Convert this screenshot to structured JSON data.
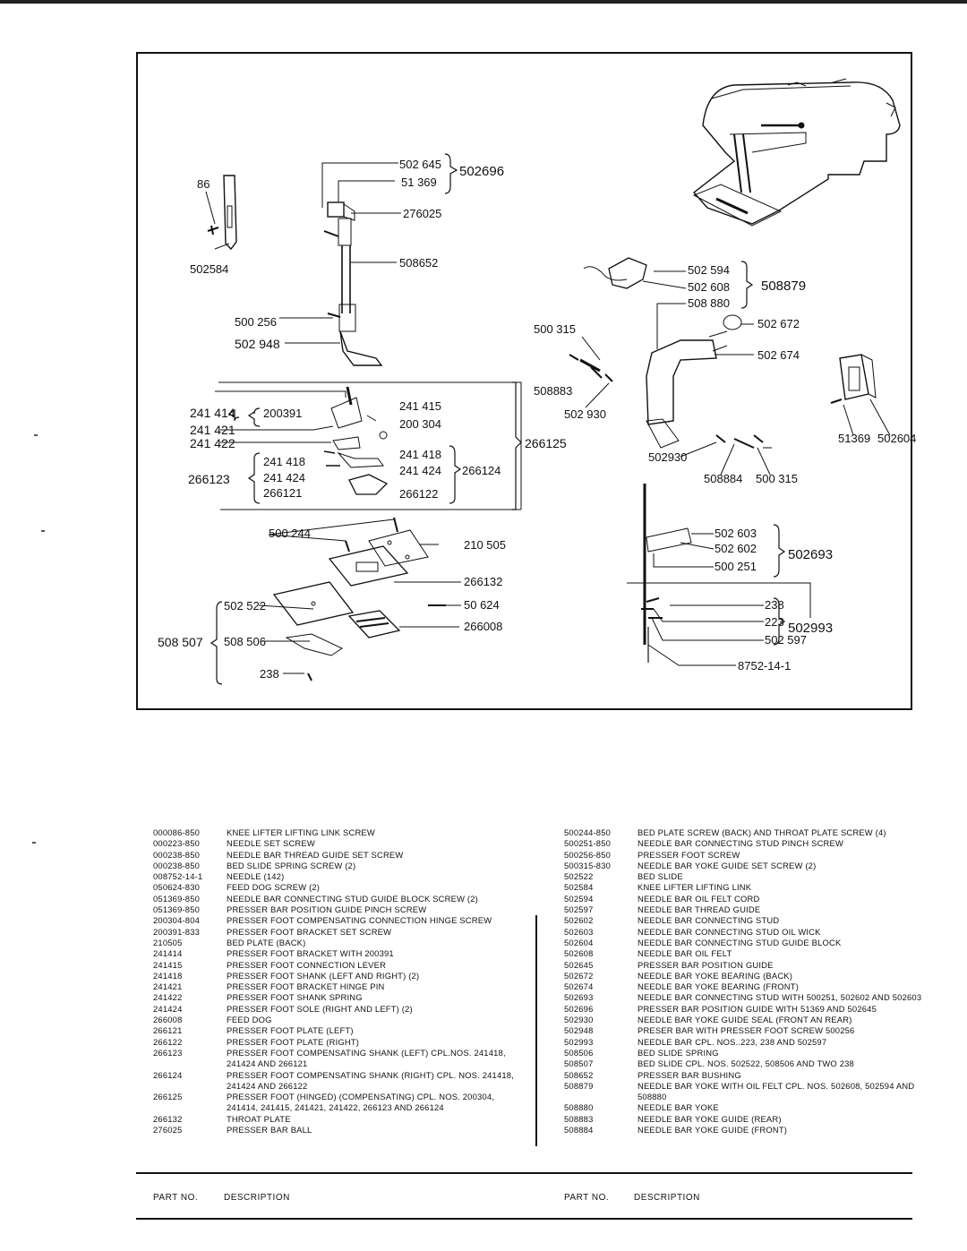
{
  "diagram": {
    "labels": {
      "p86": "86",
      "p502584": "502584",
      "p502645": "502 645",
      "p51369a": "51 369",
      "p502696": "502696",
      "p276025": "276025",
      "p508652": "508652",
      "p500256": "500 256",
      "p502948": "502 948",
      "p502594": "502 594",
      "p502608": "502 608",
      "p508880": "508 880",
      "p508879": "508879",
      "p500315a": "500 315",
      "p502672": "502 672",
      "p502674": "502 674",
      "p508883": "508883",
      "p502930a": "502 930",
      "p241414": "241 414",
      "p200391": "200391",
      "p241415": "241 415",
      "p200304": "200 304",
      "p241421": "241 421",
      "p241422": "241 422",
      "p241418a": "241 418",
      "p241418b": "241 418",
      "p266123": "266123",
      "p241424a": "241 424",
      "p241424b": "241 424",
      "p266124": "266124",
      "p266121": "266121",
      "p266122": "266122",
      "p266125": "266125",
      "p51369b": "51369",
      "p502604": "502604",
      "p502930b": "502930",
      "p508884": "508884",
      "p500315b": "500 315",
      "p500244": "500 244",
      "p210505": "210 505",
      "p266132": "266132",
      "p502522": "502 522",
      "p50624": "50 624",
      "p266008": "266008",
      "p508507": "508 507",
      "p508506": "508 506",
      "p238a": "238",
      "p502603": "502 603",
      "p502602": "502 602",
      "p502693": "502693",
      "p500251": "500 251",
      "p238b": "238",
      "p223": "223",
      "p502993": "502993",
      "p502597": "502 597",
      "p8752": "8752-14-1"
    }
  },
  "parts_left": [
    {
      "no": "000086-850",
      "desc": "Knee lifter lifting link screw"
    },
    {
      "no": "000223-850",
      "desc": "Needle set screw"
    },
    {
      "no": "000238-850",
      "desc": "Needle bar thread guide set screw"
    },
    {
      "no": "000238-850",
      "desc": "Bed slide spring screw (2)"
    },
    {
      "no": "008752-14-1",
      "desc": "Needle (142)"
    },
    {
      "no": "050624-830",
      "desc": "Feed dog screw (2)"
    },
    {
      "no": "051369-850",
      "desc": "Needle bar connecting stud guide block screw (2)"
    },
    {
      "no": "051369-850",
      "desc": "Presser bar position guide pinch screw"
    },
    {
      "no": "200304-804",
      "desc": "Presser foot compensating connection hinge screw"
    },
    {
      "no": "200391-833",
      "desc": "Presser foot bracket set screw"
    },
    {
      "no": "210505",
      "desc": "Bed plate (back)"
    },
    {
      "no": "241414",
      "desc": "Presser foot bracket with 200391"
    },
    {
      "no": "241415",
      "desc": "Presser foot connection lever"
    },
    {
      "no": "241418",
      "desc": "Presser foot shank (left and right) (2)"
    },
    {
      "no": "241421",
      "desc": "Presser foot bracket hinge pin"
    },
    {
      "no": "241422",
      "desc": "Presser foot shank spring"
    },
    {
      "no": "241424",
      "desc": "Presser foot sole (right and left) (2)"
    },
    {
      "no": "266008",
      "desc": "Feed dog"
    },
    {
      "no": "266121",
      "desc": "Presser foot plate (left)"
    },
    {
      "no": "266122",
      "desc": "Presser foot plate (right)"
    },
    {
      "no": "266123",
      "desc": "Presser foot compensating shank (left) cpl.nos. 241418, 241424 and 266121"
    },
    {
      "no": "266124",
      "desc": "Presser foot compensating shank (right) cpl. nos. 241418, 241424 and 266122"
    },
    {
      "no": "266125",
      "desc": "Presser foot (hinged) (compensating) cpl. nos. 200304, 241414, 241415, 241421, 241422, 266123 and 266124"
    },
    {
      "no": "266132",
      "desc": "Throat plate"
    },
    {
      "no": "276025",
      "desc": "Presser bar ball"
    }
  ],
  "parts_right": [
    {
      "no": "500244-850",
      "desc": "Bed plate screw (back) and throat plate screw (4)"
    },
    {
      "no": "500251-850",
      "desc": "Needle bar connecting stud pinch screw"
    },
    {
      "no": "500256-850",
      "desc": "Presser foot screw"
    },
    {
      "no": "500315-830",
      "desc": "Needle bar yoke guide set screw (2)"
    },
    {
      "no": "502522",
      "desc": "Bed slide"
    },
    {
      "no": "502584",
      "desc": "Knee lifter lifting link"
    },
    {
      "no": "502594",
      "desc": "Needle bar oil felt cord"
    },
    {
      "no": "502597",
      "desc": "Needle bar thread guide"
    },
    {
      "no": "502602",
      "desc": "Needle bar connecting stud"
    },
    {
      "no": "502603",
      "desc": "Needle bar connecting stud oil wick"
    },
    {
      "no": "502604",
      "desc": "Needle bar connecting stud guide block"
    },
    {
      "no": "502608",
      "desc": "Needle bar oil felt"
    },
    {
      "no": "502645",
      "desc": "Presser bar position guide"
    },
    {
      "no": "502672",
      "desc": "Needle bar yoke bearing (back)"
    },
    {
      "no": "502674",
      "desc": "Needle bar yoke bearing (front)"
    },
    {
      "no": "502693",
      "desc": "Needle bar connecting stud with 500251, 502602 and 502603"
    },
    {
      "no": "502696",
      "desc": "Presser bar position guide with 51369 and 502645"
    },
    {
      "no": "502930",
      "desc": "Needle bar yoke guide seal (front an rear)"
    },
    {
      "no": "502948",
      "desc": "Preser bar with presser foot screw 500256"
    },
    {
      "no": "502993",
      "desc": "Needle bar cpl. nos..223, 238 and 502597"
    },
    {
      "no": "508506",
      "desc": "Bed slide spring"
    },
    {
      "no": "508507",
      "desc": "Bed slide cpl. nos. 502522, 508506 and two 238"
    },
    {
      "no": "508652",
      "desc": "Presser bar bushing"
    },
    {
      "no": "508879",
      "desc": "Needle bar yoke with oil felt cpl. nos. 502608, 502594 and 508880"
    },
    {
      "no": "508880",
      "desc": "Needle bar yoke"
    },
    {
      "no": "508883",
      "desc": "Needle bar yoke guide (rear)"
    },
    {
      "no": "508884",
      "desc": "Needle bar yoke guide (front)"
    }
  ],
  "footer": {
    "left_partno": "PART NO.",
    "left_desc": "DESCRIPTION",
    "right_partno": "PART NO.",
    "right_desc": "DESCRIPTION"
  }
}
